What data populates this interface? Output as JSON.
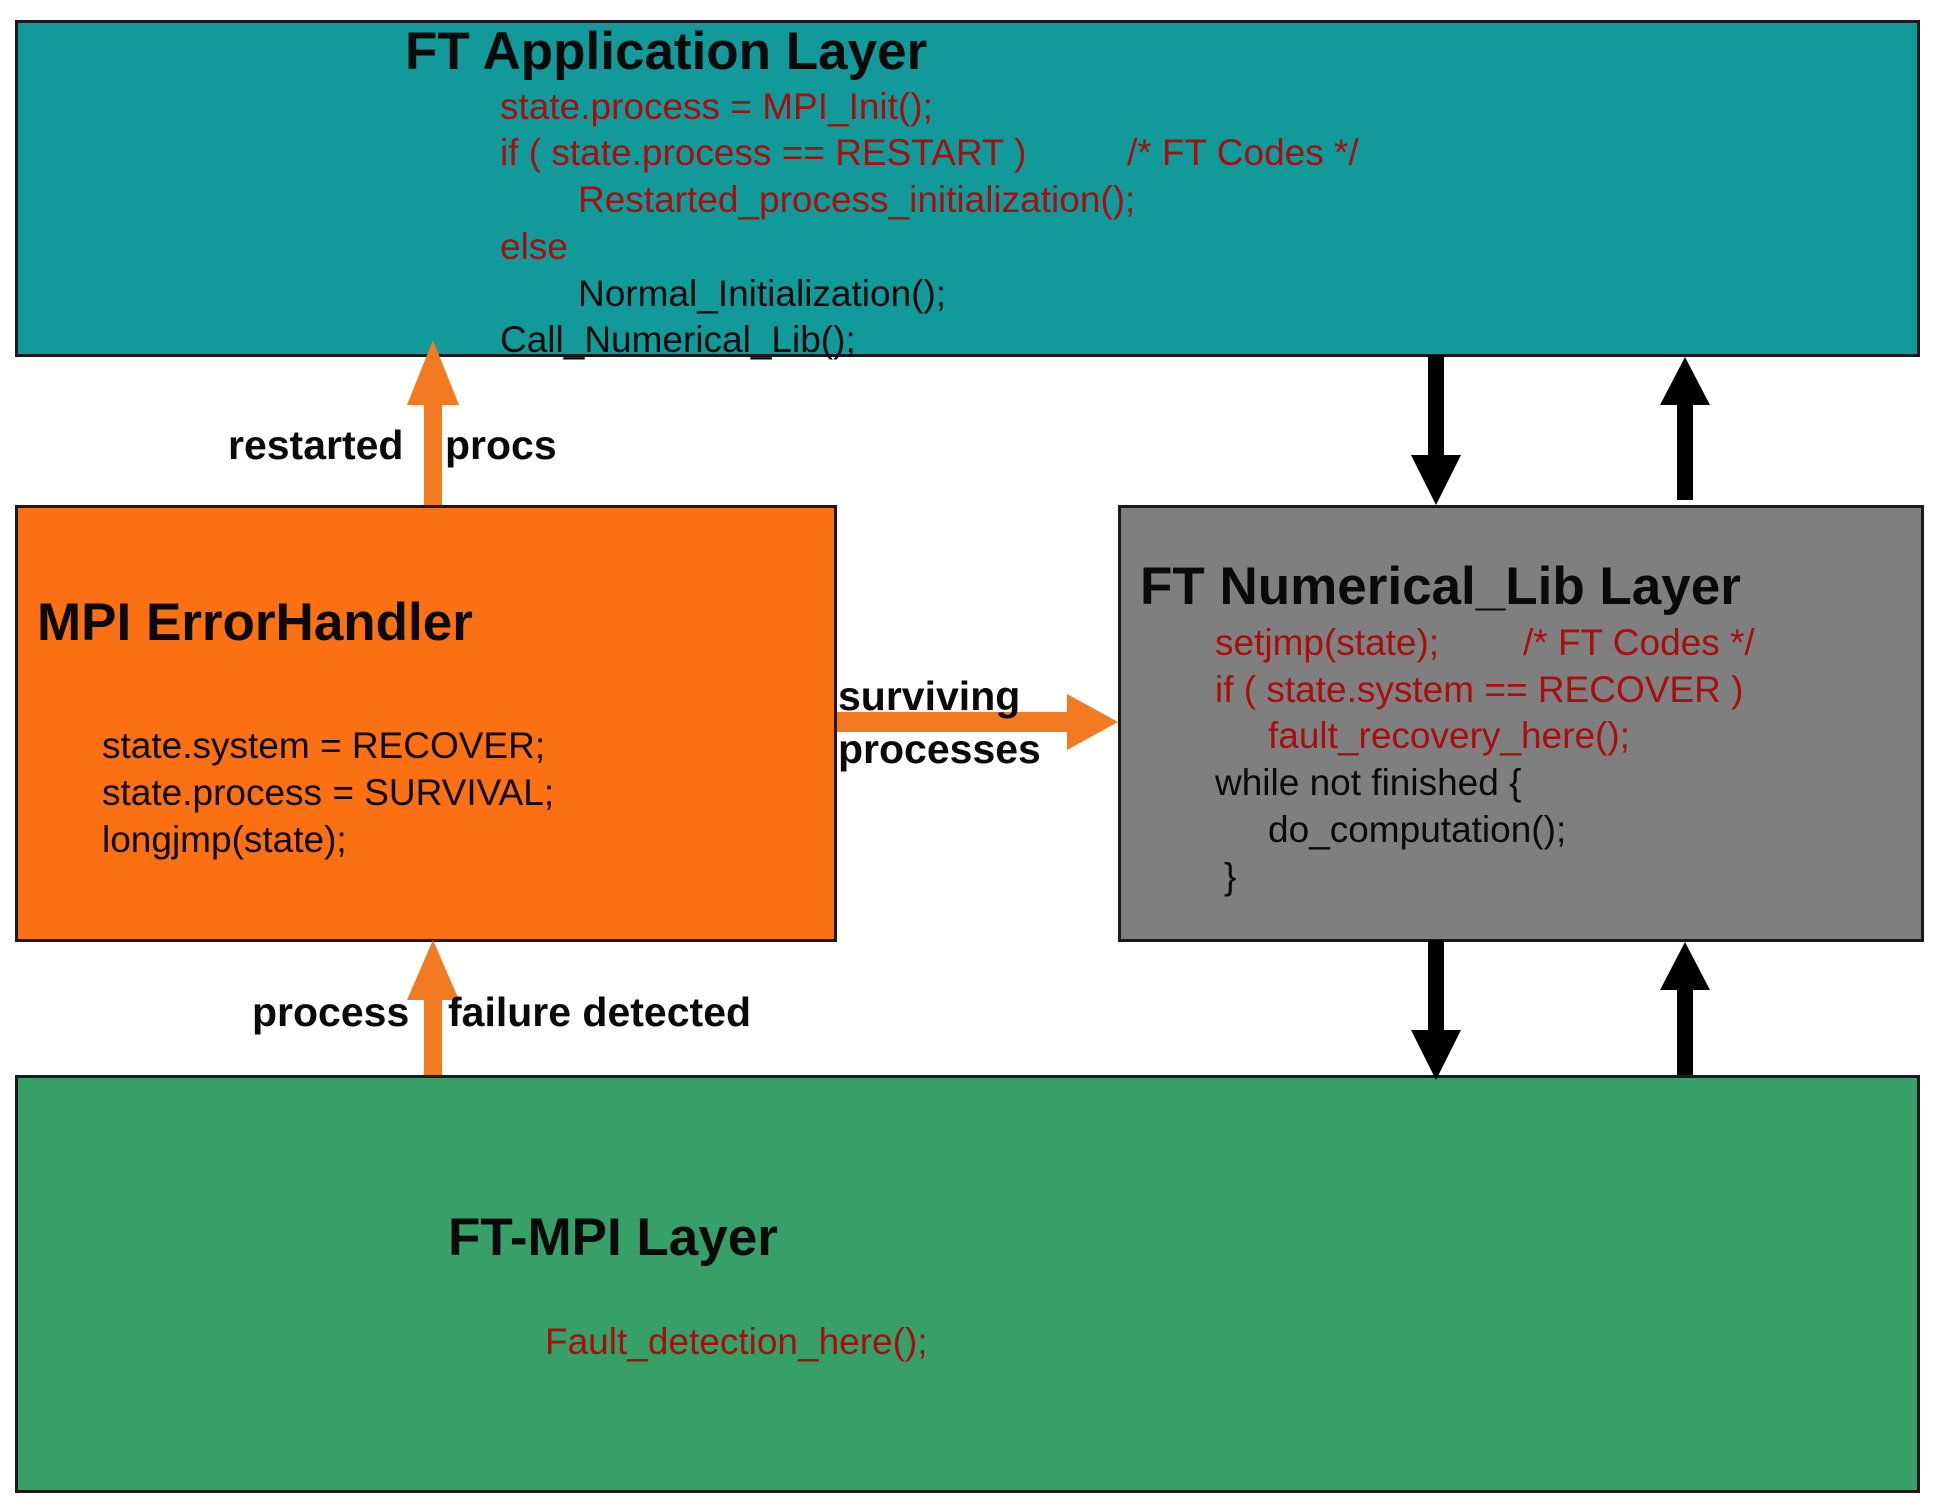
{
  "app_layer": {
    "title": "FT Application Layer",
    "lines": [
      "state.process = MPI_Init();",
      "if ( state.process == RESTART )",
      "/* FT Codes */",
      "Restarted_process_initialization();",
      "else",
      "Normal_Initialization();",
      "Call_Numerical_Lib();"
    ]
  },
  "error_handler": {
    "title": "MPI ErrorHandler",
    "lines": [
      "state.system = RECOVER;",
      "state.process = SURVIVAL;",
      "longjmp(state);"
    ]
  },
  "numerical_layer": {
    "title": "FT Numerical_Lib Layer",
    "lines": [
      "setjmp(state);",
      "/* FT Codes */",
      "if ( state.system == RECOVER )",
      "fault_recovery_here();",
      "while not finished {",
      "do_computation();",
      "}"
    ]
  },
  "ftmpi_layer": {
    "title": "FT-MPI Layer",
    "lines": [
      "Fault_detection_here();"
    ]
  },
  "labels": {
    "restarted": "restarted",
    "procs": "procs",
    "surviving": "surviving",
    "processes": "processes",
    "process": "process",
    "failure_detected": "failure detected"
  },
  "colors": {
    "app_layer": "#129a9b",
    "error_handler": "#fb7012",
    "numerical_layer": "#7f7f7f",
    "ftmpi_layer": "#36a068",
    "code_red": "#a80e0e",
    "orange_arrow": "#f47a22",
    "black_arrow": "#000000"
  }
}
